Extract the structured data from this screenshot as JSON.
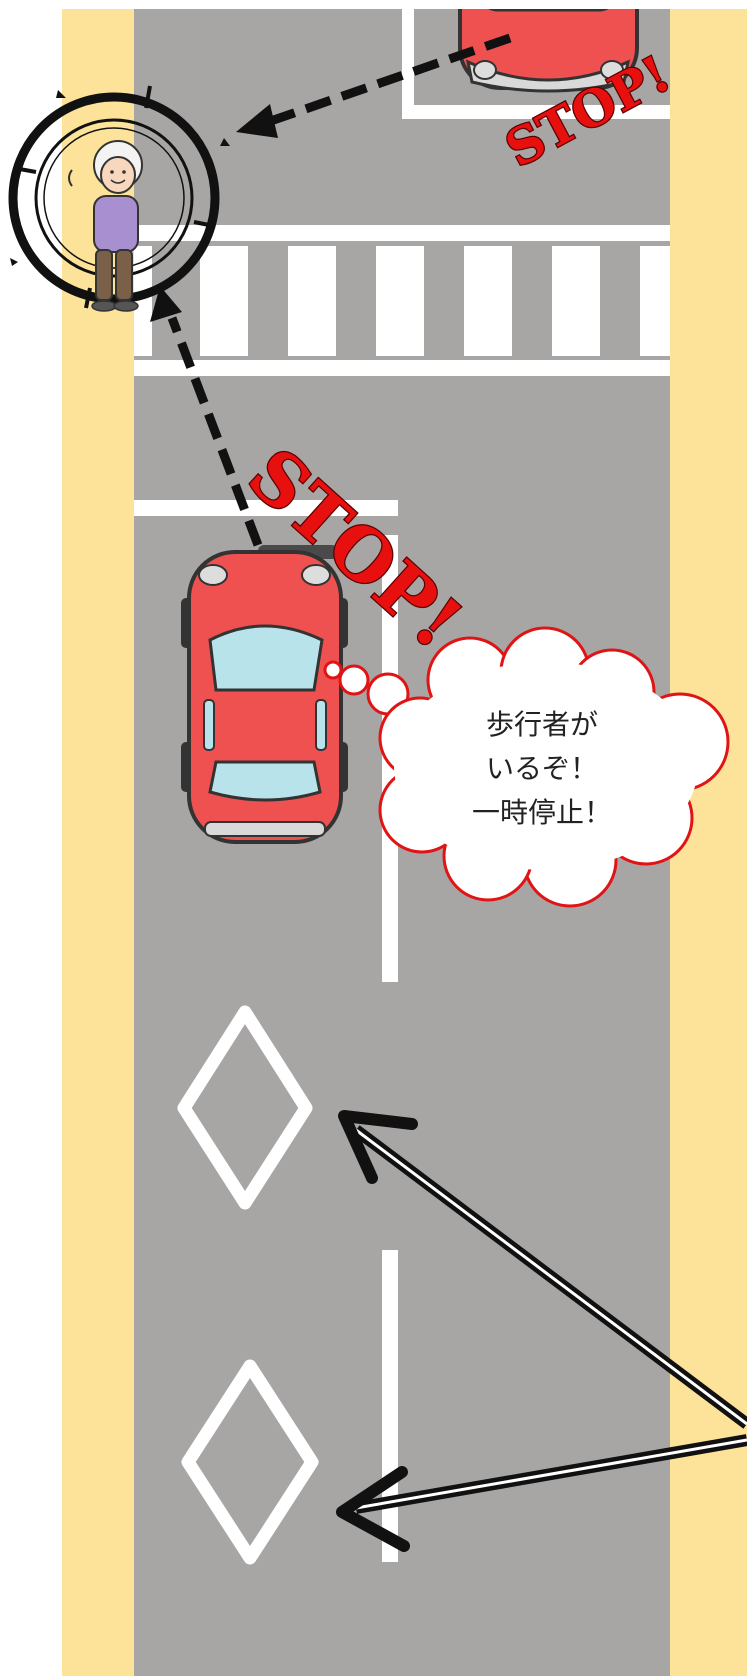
{
  "colors": {
    "road": "#a8a5a5",
    "sidewalk": "#fde39a",
    "road_marking": "#ffffff",
    "car_body": "#ef5050",
    "car_window": "#b9e3ea",
    "stop_red": "#e8100f",
    "bubble_outline": "#e01414",
    "arrow": "#111111"
  },
  "stop_labels": {
    "top_right": "STOP!",
    "middle": "STOP!"
  },
  "thought_bubble": {
    "line1": "歩行者が",
    "line2": "いるぞ！",
    "line3": "一時停止！"
  },
  "icons": {
    "pedestrian": "elderly-pedestrian-icon",
    "target": "target-ring-icon",
    "car_top": "car-top-view-icon",
    "diamond": "crosswalk-ahead-diamond-marking"
  }
}
